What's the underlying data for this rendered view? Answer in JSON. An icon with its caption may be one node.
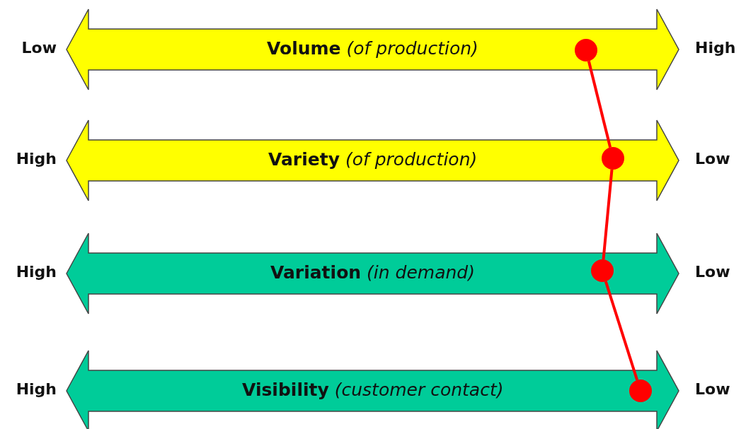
{
  "diagram": {
    "nodes": [
      {
        "text": [
          "**Volume** *(of production)*"
        ],
        "beside": [
          "Low",
          "High"
        ]
      },
      {
        "text": [
          "**Variety** *(of production)*"
        ],
        "beside": [
          "High",
          "Low"
        ]
      },
      {
        "text": [
          "**Variation** *(in demand)*"
        ],
        "beside": [
          "High",
          "Low"
        ]
      },
      {
        "text": [
          "**Visibility** *(customer contact)*"
        ],
        "beside": [
          "High",
          "Low"
        ]
      },
      {
        "text": [],
        "shape": "circle",
        "in": 0
      },
      {
        "text": [],
        "shape": "circle",
        "in": 1
      },
      {
        "text": [],
        "shape": "circle",
        "in": 2
      },
      {
        "text": [],
        "shape": "circle",
        "in": 3
      }
    ],
    "edges": [
      {
        "from": 4,
        "to": 5,
        "arrow": "none"
      },
      {
        "from": 5,
        "to": 6,
        "arrow": "none"
      },
      {
        "from": 6,
        "to": 7,
        "arrow": "none"
      }
    ]
  }
}
